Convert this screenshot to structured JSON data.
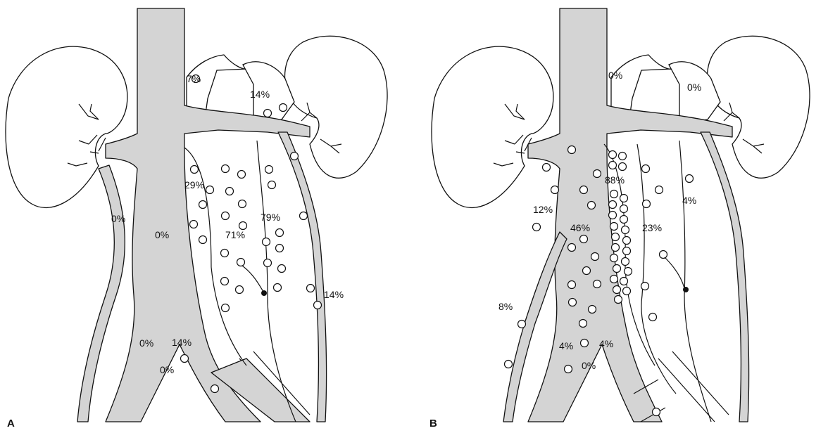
{
  "panels": [
    {
      "label": "A",
      "regions": [
        {
          "id": "retrocrural-left",
          "value": "7%"
        },
        {
          "id": "retrocrural-right",
          "value": "14%"
        },
        {
          "id": "paracaval-upper",
          "value": "29%"
        },
        {
          "id": "precaval",
          "value": "71%"
        },
        {
          "id": "left-paraaortic",
          "value": "79%"
        },
        {
          "id": "left-ureteral",
          "value": "14%"
        },
        {
          "id": "right-renal-hilar",
          "value": "0%"
        },
        {
          "id": "caval",
          "value": "0%"
        },
        {
          "id": "right-common-iliac",
          "value": "0%"
        },
        {
          "id": "interiliac-upper",
          "value": "14%"
        },
        {
          "id": "interiliac-lower",
          "value": "0%"
        }
      ]
    },
    {
      "label": "B",
      "regions": [
        {
          "id": "retrocrural-left",
          "value": "0%"
        },
        {
          "id": "retrocrural-right",
          "value": "0%"
        },
        {
          "id": "right-paracaval",
          "value": "12%"
        },
        {
          "id": "interaortocaval",
          "value": "88%"
        },
        {
          "id": "precaval",
          "value": "46%"
        },
        {
          "id": "preaortic",
          "value": "23%"
        },
        {
          "id": "left-paraaortic",
          "value": "4%"
        },
        {
          "id": "right-ureteral",
          "value": "8%"
        },
        {
          "id": "right-common-iliac",
          "value": "4%"
        },
        {
          "id": "left-common-iliac",
          "value": "4%"
        },
        {
          "id": "interiliac",
          "value": "0%"
        }
      ]
    }
  ],
  "colors": {
    "vessel_fill": "#d4d4d4",
    "stroke": "#111111",
    "background": "#ffffff"
  }
}
